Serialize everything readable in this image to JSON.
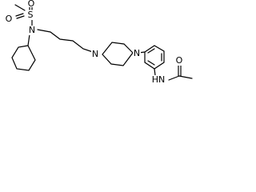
{
  "molecule": {
    "atom_labels": {
      "methyl_sulfonyl_o_left": "O",
      "sulfur": "S",
      "sulfonyl_o_right": "O",
      "sulfonamide_n": "N",
      "piperazine_n_left": "N",
      "piperazine_n_right": "N",
      "amide_nh": "HN",
      "amide_o": "O"
    }
  }
}
